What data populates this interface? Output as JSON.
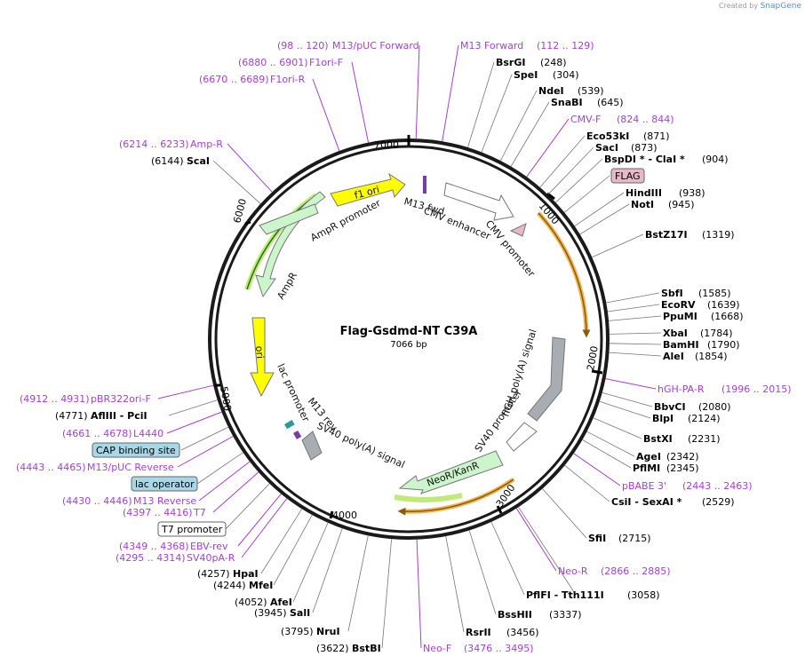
{
  "credit": {
    "prefix": "Created by",
    "brand": "SnapGene"
  },
  "plasmid": {
    "name": "Flag-Gsdmd-NT C39A",
    "length_label": "7066 bp",
    "length": 7066
  },
  "ticks": [
    "1000",
    "2000",
    "3000",
    "4000",
    "5000",
    "6000",
    "7000"
  ],
  "sites": [
    {
      "name": "BsrGI",
      "pos": "(248)"
    },
    {
      "name": "SpeI",
      "pos": "(304)"
    },
    {
      "name": "NdeI",
      "pos": "(539)"
    },
    {
      "name": "SnaBI",
      "pos": "(645)"
    },
    {
      "name": "Eco53kI",
      "pos": "(871)"
    },
    {
      "name": "SacI",
      "pos": "(873)"
    },
    {
      "name": "BspDI * - ClaI *",
      "pos": "(904)"
    },
    {
      "name": "HindIII",
      "pos": "(938)"
    },
    {
      "name": "NotI",
      "pos": "(945)"
    },
    {
      "name": "BstZ17I",
      "pos": "(1319)"
    },
    {
      "name": "SbfI",
      "pos": "(1585)"
    },
    {
      "name": "EcoRV",
      "pos": "(1639)"
    },
    {
      "name": "PpuMI",
      "pos": "(1668)"
    },
    {
      "name": "XbaI",
      "pos": "(1784)"
    },
    {
      "name": "BamHI",
      "pos": "(1790)"
    },
    {
      "name": "AleI",
      "pos": "(1854)"
    },
    {
      "name": "BbvCI",
      "pos": "(2080)"
    },
    {
      "name": "BlpI",
      "pos": "(2124)"
    },
    {
      "name": "BstXI",
      "pos": "(2231)"
    },
    {
      "name": "AgeI",
      "pos": "(2342)"
    },
    {
      "name": "PflMI",
      "pos": "(2345)"
    },
    {
      "name": "CsiI - SexAI *",
      "pos": "(2529)"
    },
    {
      "name": "SfiI",
      "pos": "(2715)"
    },
    {
      "name": "PflFI - Tth111I",
      "pos": "(3058)"
    },
    {
      "name": "BssHII",
      "pos": "(3337)"
    },
    {
      "name": "RsrII",
      "pos": "(3456)"
    },
    {
      "name": "BstBI",
      "pos": "(3622)"
    },
    {
      "name": "NruI",
      "pos": "(3795)"
    },
    {
      "name": "SalI",
      "pos": "(3945)"
    },
    {
      "name": "AfeI",
      "pos": "(4052)"
    },
    {
      "name": "MfeI",
      "pos": "(4244)"
    },
    {
      "name": "HpaI",
      "pos": "(4257)"
    },
    {
      "name": "AflIII - PciI",
      "pos": "(4771)"
    },
    {
      "name": "ScaI",
      "pos": "(6144)"
    }
  ],
  "primers": [
    {
      "range": "(98 .. 120)",
      "name": "M13/pUC Forward"
    },
    {
      "range": "(112 .. 129)",
      "name": "M13 Forward"
    },
    {
      "range": "(6880 .. 6901)",
      "name": "F1ori-F"
    },
    {
      "range": "(6670 .. 6689)",
      "name": "F1ori-R"
    },
    {
      "range": "(6214 .. 6233)",
      "name": "Amp-R"
    },
    {
      "range": "(824 .. 844)",
      "name": "CMV-F"
    },
    {
      "range": "(1996 .. 2015)",
      "name": "hGH-PA-R"
    },
    {
      "range": "(2443 .. 2463)",
      "name": "pBABE 3'"
    },
    {
      "range": "(2866 .. 2885)",
      "name": "Neo-R"
    },
    {
      "range": "(3476 .. 3495)",
      "name": "Neo-F"
    },
    {
      "range": "(4912 .. 4931)",
      "name": "pBR322ori-F"
    },
    {
      "range": "(4661 .. 4678)",
      "name": "L4440"
    },
    {
      "range": "(4443 .. 4465)",
      "name": "M13/pUC Reverse"
    },
    {
      "range": "(4430 .. 4446)",
      "name": "M13 Reverse"
    },
    {
      "range": "(4397 .. 4416)",
      "name": "T7"
    },
    {
      "range": "(4349 .. 4368)",
      "name": "EBV-rev"
    },
    {
      "range": "(4295 .. 4314)",
      "name": "SV40pA-R"
    }
  ],
  "boxed_features": [
    "FLAG",
    "CAP binding site",
    "lac operator",
    "T7 promoter"
  ],
  "feature_labels": [
    "f1 ori",
    "AmpR promoter",
    "AmpR",
    "M13 fwd",
    "CMV enhancer",
    "CMV promoter",
    "ori",
    "lac promoter",
    "M13 rev",
    "SV40 poly(A) signal",
    "hGH poly(A) signal",
    "SV40 promoter",
    "NeoR/KanR"
  ],
  "colors": {
    "backbone": "#1a1a1a",
    "primer": "#a63fd6",
    "f1_ori": "#ffff00",
    "ampr": "#ccf5cc",
    "cmv": "#ffffff",
    "hgh": "#a8adb3",
    "neo": "#ccf5cc",
    "orf": "#f0a830",
    "flag": "#e6b8c8",
    "cap": "#a8d8e8"
  }
}
